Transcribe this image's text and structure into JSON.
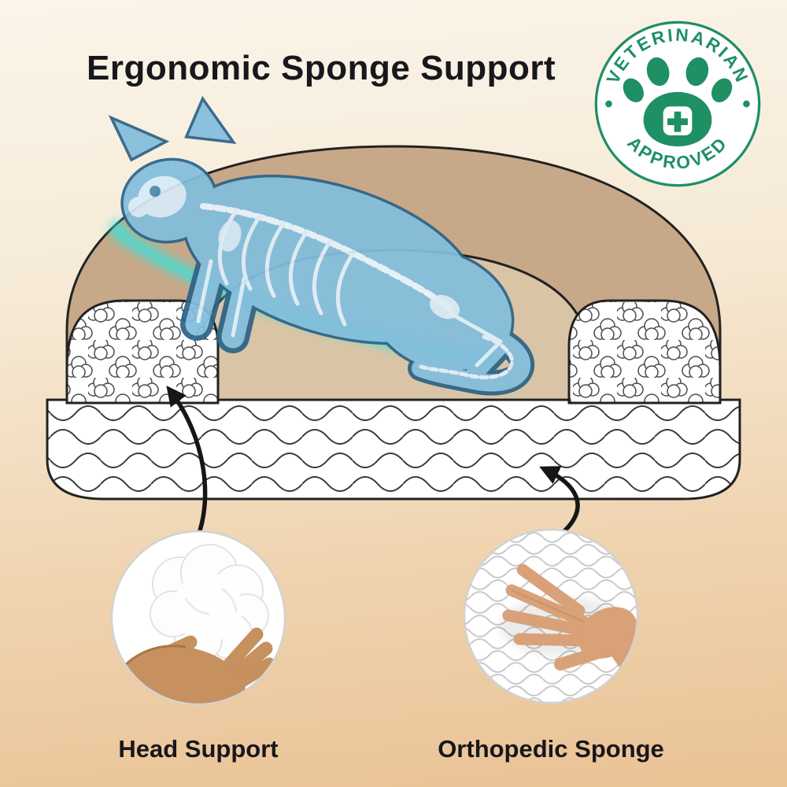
{
  "page": {
    "title": "Ergonomic Sponge Support"
  },
  "badge": {
    "line1": "VETERINARIAN",
    "line2": "APPROVED",
    "color": "#1f8f64",
    "icon": "paw-with-medical-cross-icon"
  },
  "callouts": [
    {
      "label": "Head Support",
      "photo": "hand-holding-polyfill-stuffing"
    },
    {
      "label": "Orthopedic Sponge",
      "photo": "hand-pressing-egg-crate-foam"
    }
  ],
  "illustration": {
    "subject": "cat-xray-lying-on-orthopedic-pet-bed",
    "glow_color": "#2ee6e2",
    "bed_bolster_color": "#c7a888",
    "bed_cushion_color": "#d9c5a6",
    "cat_color": "#83bedd"
  },
  "background": {
    "top": "#faf5ea",
    "bottom": "#eac295"
  },
  "text_color": "#17171c"
}
